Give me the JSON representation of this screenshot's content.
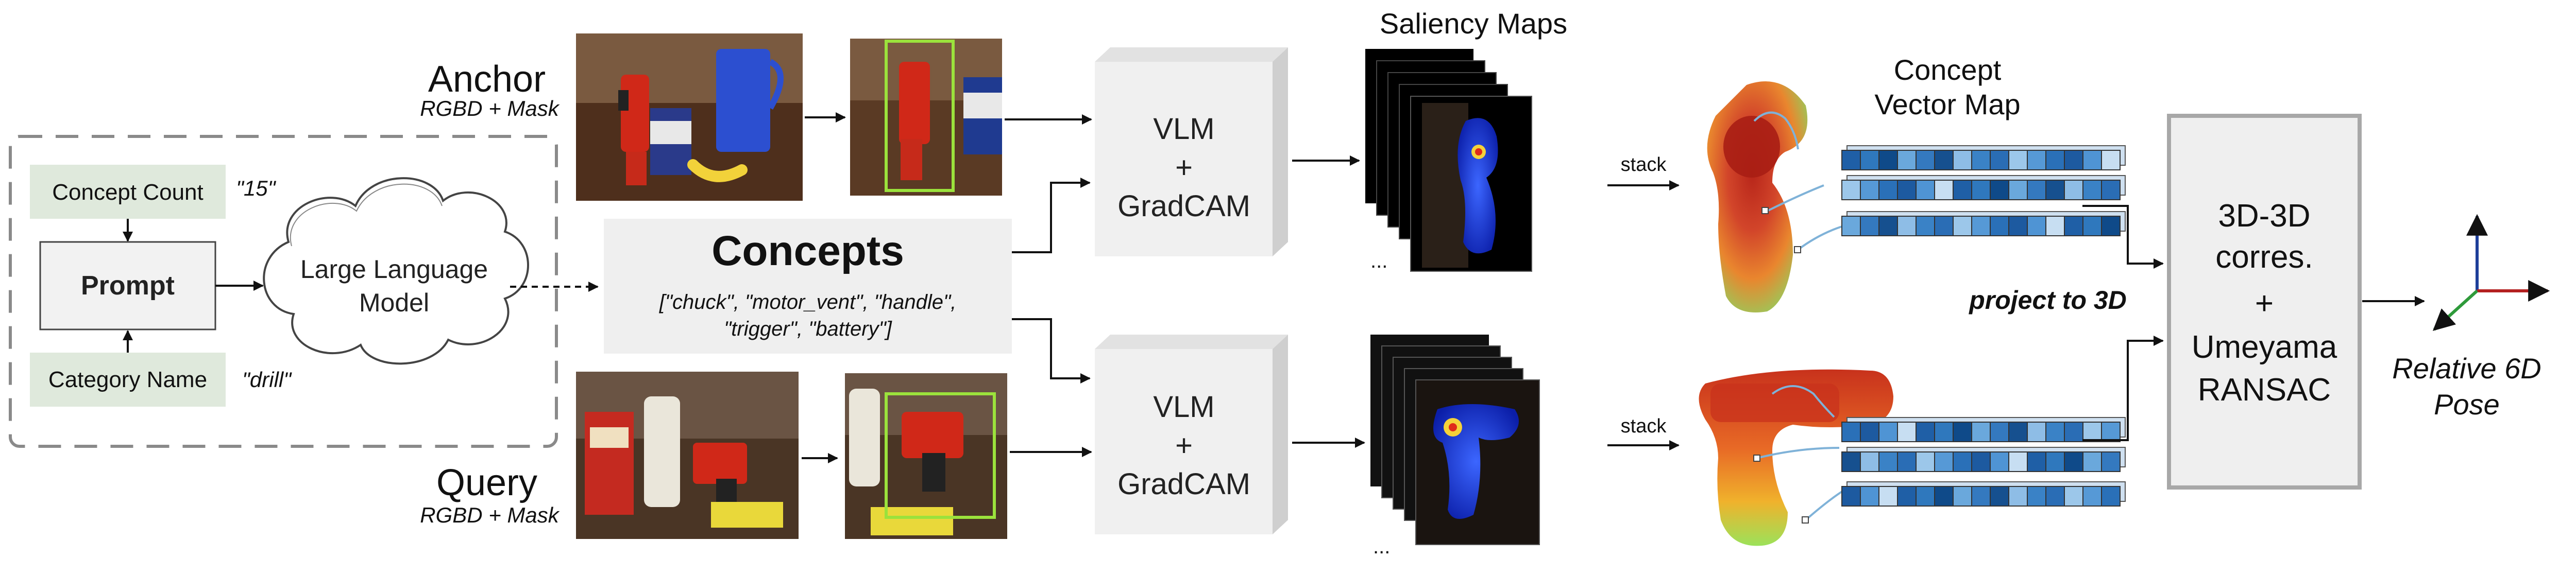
{
  "llm_block": {
    "concept_count_label": "Concept Count",
    "concept_count_value": "\"15\"",
    "prompt_label": "Prompt",
    "category_label": "Category Name",
    "category_value": "\"drill\"",
    "llm_line1": "Large Language",
    "llm_line2": "Model"
  },
  "concepts": {
    "title": "Concepts",
    "list_line1": "[\"chuck\", \"motor_vent\", \"handle\",",
    "list_line2": "\"trigger\", \"battery\"]"
  },
  "anchor": {
    "title": "Anchor",
    "subtitle": "RGBD + Mask"
  },
  "query": {
    "title": "Query",
    "subtitle": "RGBD + Mask"
  },
  "vlm": {
    "line1": "VLM",
    "line2": "+",
    "line3": "GradCAM"
  },
  "saliency": {
    "title": "Saliency Maps",
    "ellipsis": "..."
  },
  "stack_label": "stack",
  "concept_map": {
    "title_line1": "Concept",
    "title_line2": "Vector Map"
  },
  "project_label": "project to 3D",
  "corres": {
    "line1": "3D-3D",
    "line2": "corres.",
    "line3": "+",
    "line4": "Umeyama",
    "line5": "RANSAC"
  },
  "pose": {
    "line1": "Relative 6D",
    "line2": "Pose"
  },
  "colors": {
    "green_box": "#dfe9dc",
    "grey_box": "#f0f0f0",
    "bbox_green": "#9be23c",
    "axis_red": "#b42020",
    "axis_green": "#2e9a3a",
    "axis_blue": "#1e3f9a",
    "vector_blue": "#3f86c8"
  }
}
